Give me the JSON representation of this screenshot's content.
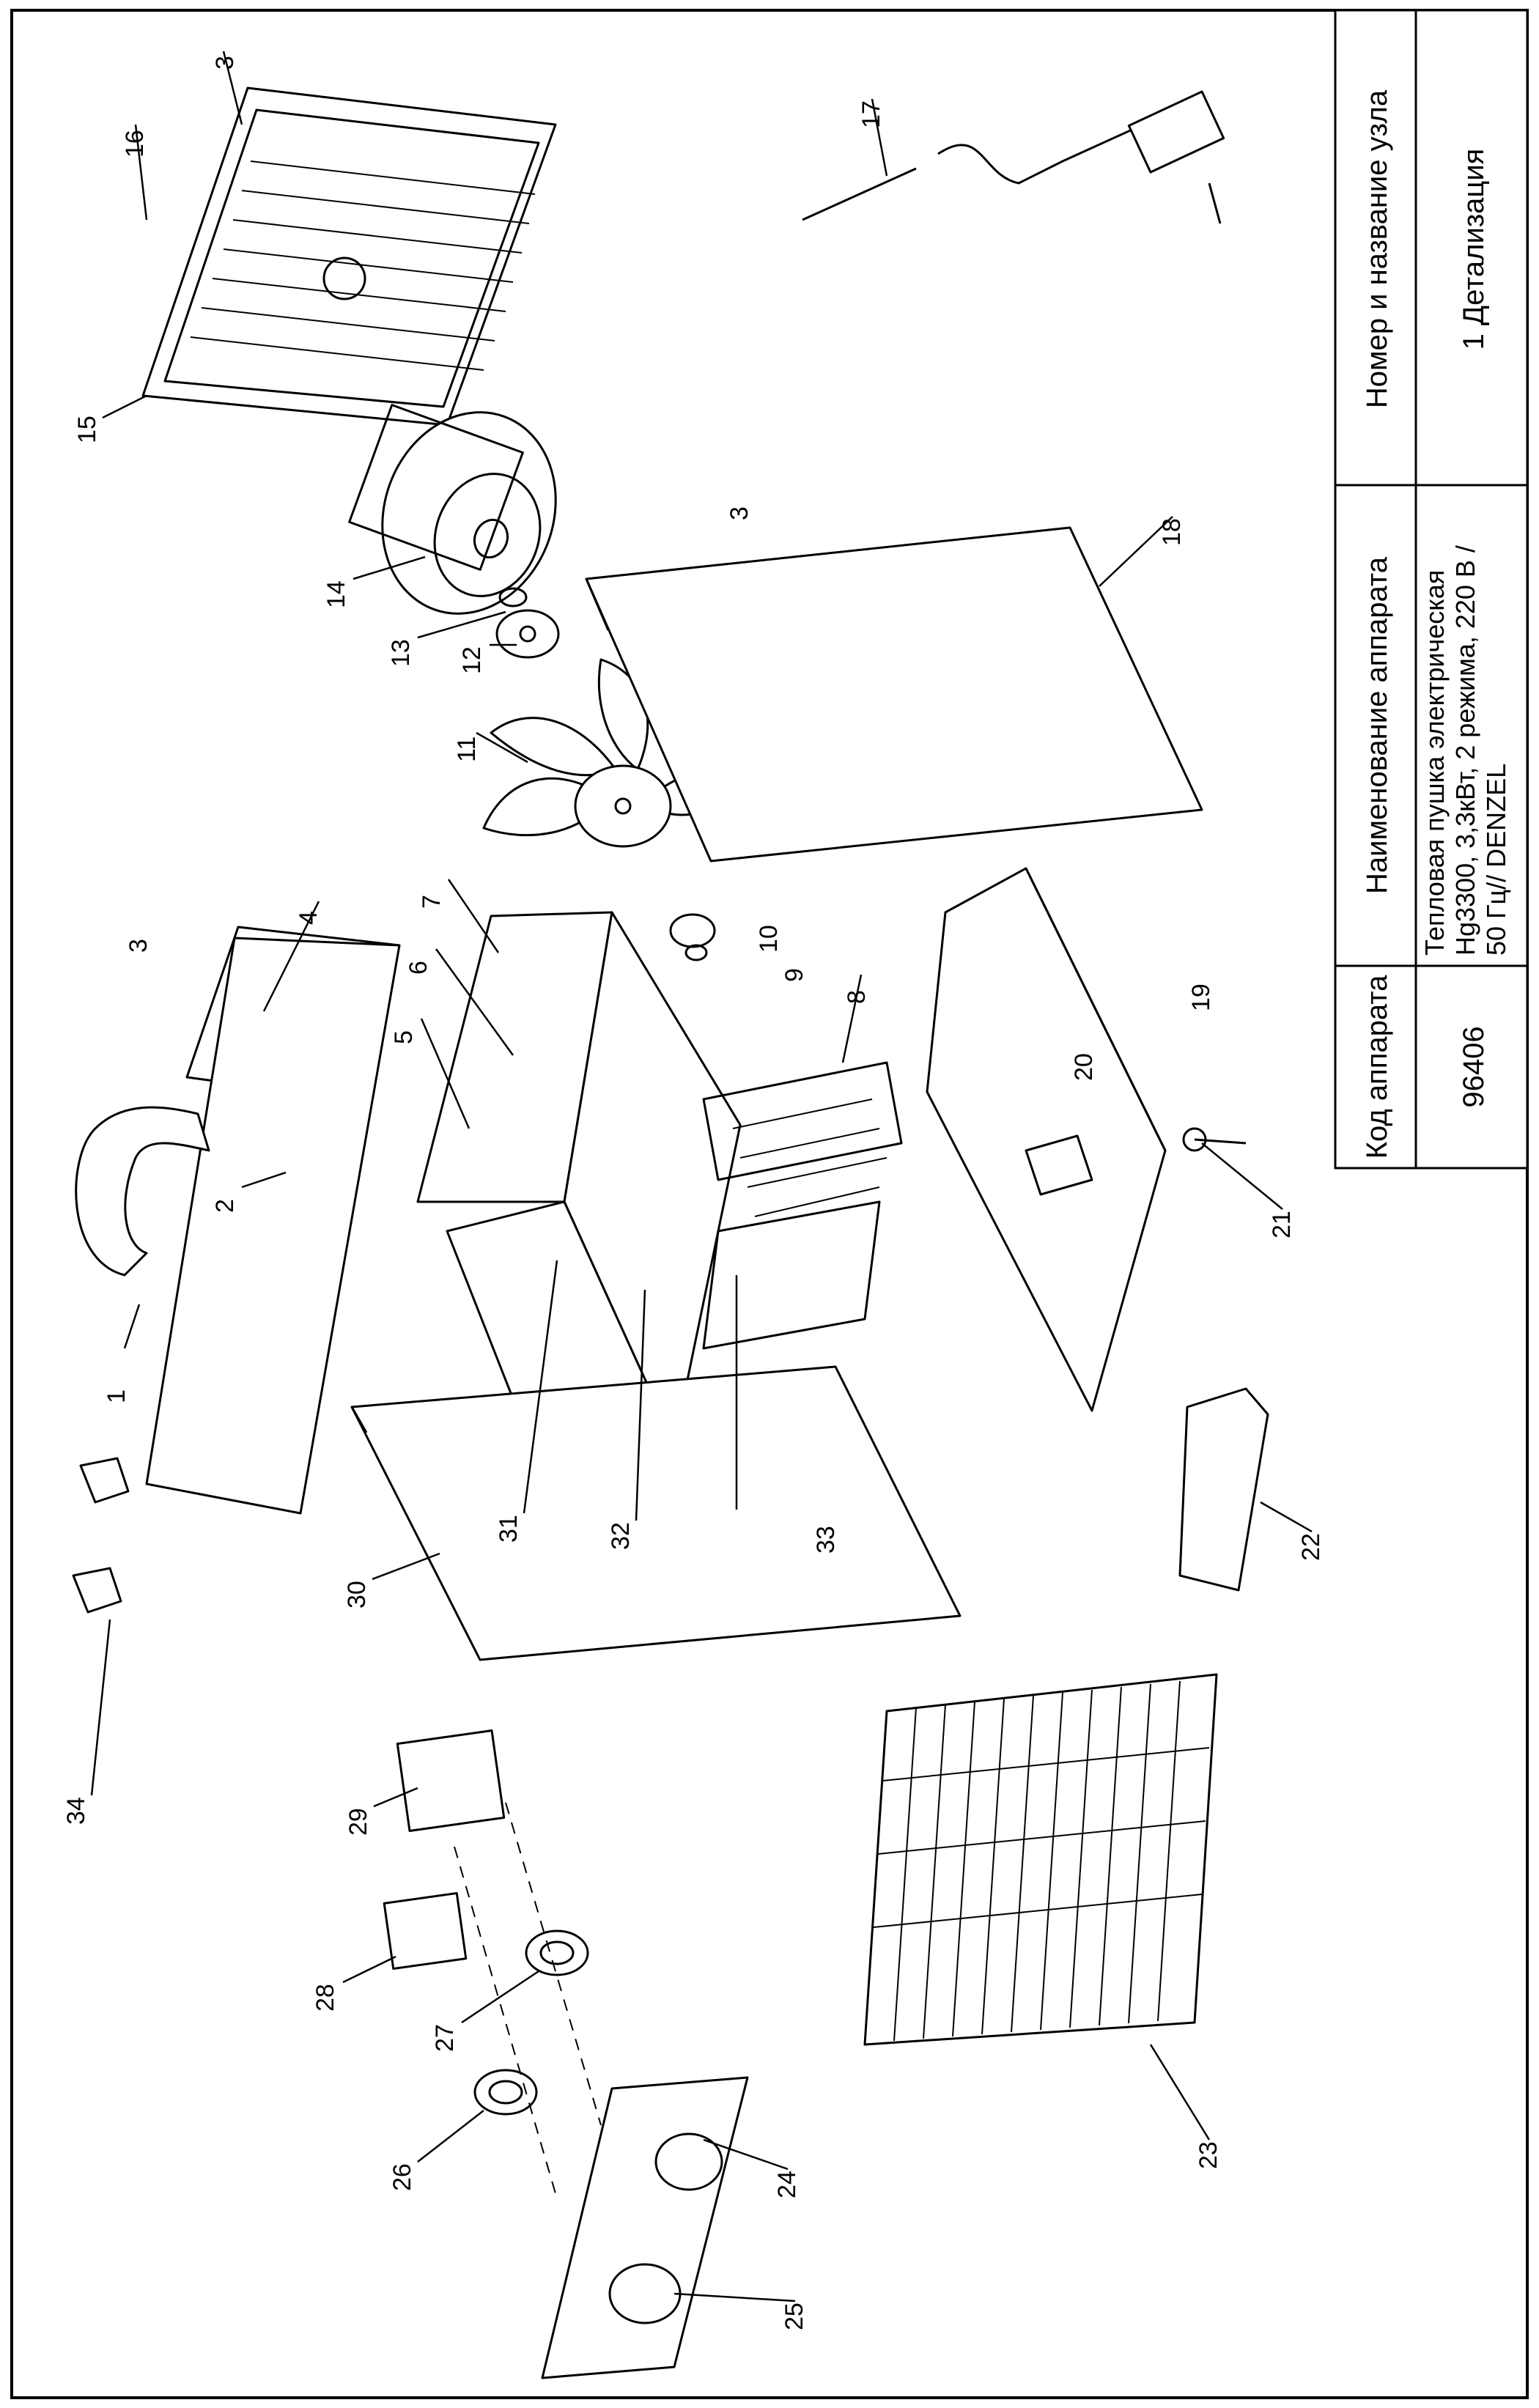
{
  "title_block": {
    "code_header": "Код аппарата",
    "code_value": "96406",
    "name_header": "Наименование аппарата",
    "name_line1": "Тепловая пушка электрическая",
    "name_line2": "Hg3300, 3,3кВт, 2 режима, 220 В /",
    "name_line3": "50 Гц// DENZEL",
    "unit_header": "Номер и название узла",
    "unit_value": "1 Детализация"
  },
  "callouts": {
    "c1": "1",
    "c2": "2",
    "c3a": "3",
    "c3b": "3",
    "c3c": "3",
    "c4": "4",
    "c5": "5",
    "c6": "6",
    "c7": "7",
    "c8": "8",
    "c9": "9",
    "c10": "10",
    "c11": "11",
    "c12": "12",
    "c13": "13",
    "c14": "14",
    "c15": "15",
    "c16": "16",
    "c17": "17",
    "c18": "18",
    "c19": "19",
    "c20": "20",
    "c21": "21",
    "c22": "22",
    "c23": "23",
    "c24": "24",
    "c25": "25",
    "c26": "26",
    "c27": "27",
    "c28": "28",
    "c29": "29",
    "c30": "30",
    "c31": "31",
    "c32": "32",
    "c33": "33",
    "c34": "34"
  }
}
